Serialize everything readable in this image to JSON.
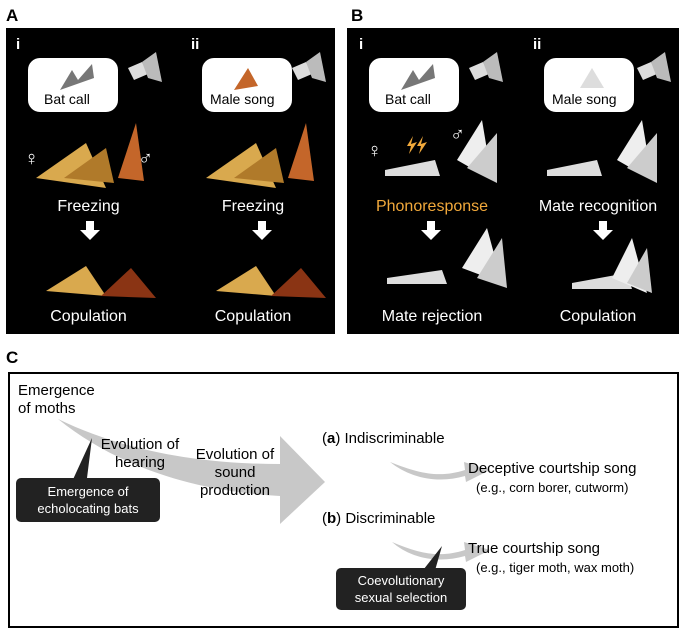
{
  "panels": {
    "A": {
      "letter": "A",
      "i": {
        "label": "i",
        "bubble": "Bat call",
        "behavior": "Freezing",
        "outcome": "Copulation"
      },
      "ii": {
        "label": "ii",
        "bubble": "Male song",
        "behavior": "Freezing",
        "outcome": "Copulation"
      },
      "female_symbol": "♀",
      "male_symbol": "♂"
    },
    "B": {
      "letter": "B",
      "i": {
        "label": "i",
        "bubble": "Bat call",
        "behavior": "Phonoresponse",
        "outcome": "Mate rejection"
      },
      "ii": {
        "label": "ii",
        "bubble": "Male song",
        "behavior": "Mate recognition",
        "outcome": "Copulation"
      },
      "female_symbol": "♀",
      "male_symbol": "♂"
    },
    "C": {
      "letter": "C",
      "emergence_moths": [
        "Emergence",
        "of moths"
      ],
      "evolution_hearing": [
        "Evolution of",
        "hearing"
      ],
      "evolution_sound": [
        "Evolution of",
        "sound",
        "production"
      ],
      "emergence_bats": [
        "Emergence of",
        "echolocating bats"
      ],
      "branch_a": {
        "tag": "a",
        "label": "Indiscriminable",
        "result": "Deceptive courtship song",
        "examples": "(e.g., corn borer, cutworm)"
      },
      "branch_b": {
        "tag": "b",
        "label": "Discriminable",
        "result": "True courtship song",
        "examples": "(e.g., tiger moth, wax moth)"
      },
      "coevolution": [
        "Coevolutionary",
        "sexual selection"
      ]
    }
  },
  "colors": {
    "phonoresponse": "#f2a93b",
    "arrow_gray": "#c8c8c8",
    "panel_bg": "#000000"
  }
}
